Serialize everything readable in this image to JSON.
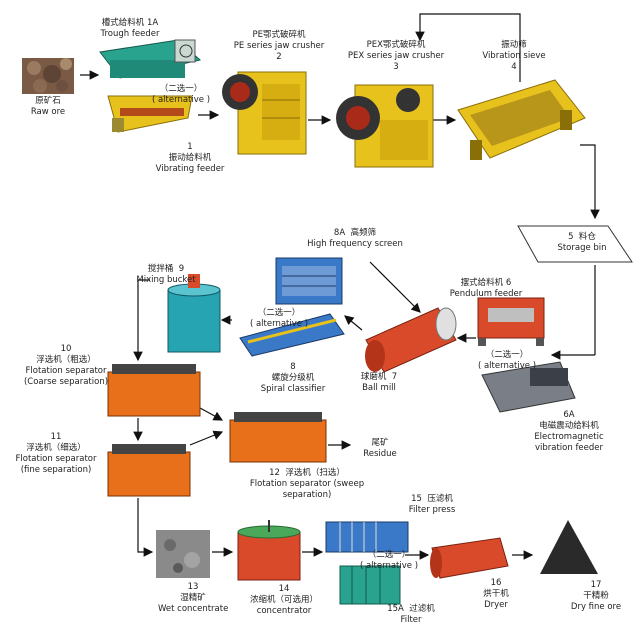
{
  "steps": [
    {
      "num": "1A",
      "cn": "槽式给料机",
      "en": "Trough feeder"
    },
    {
      "num": "1",
      "cn": "振动给料机",
      "en": "Vibrating feeder"
    },
    {
      "num": "2",
      "cn": "PE鄂式破碎机",
      "en": "PE series jaw crusher"
    },
    {
      "num": "3",
      "cn": "PEX鄂式破碎机",
      "en": "PEX series jaw crusher"
    },
    {
      "num": "4",
      "cn": "振动筛",
      "en": "Vibration sieve"
    },
    {
      "num": "5",
      "cn": "料仓",
      "en": "Storage bin"
    },
    {
      "num": "6",
      "cn": "摆式给料机",
      "en": "Pendulum feeder"
    },
    {
      "num": "6A",
      "cn": "电磁震动给料机",
      "en": "Electromagnetic vibration feeder"
    },
    {
      "num": "7",
      "cn": "球磨机",
      "en": "Ball mill"
    },
    {
      "num": "8",
      "cn": "螺旋分级机",
      "en": "Spiral classifier"
    },
    {
      "num": "8A",
      "cn": "高频筛",
      "en": "High frequency screen"
    },
    {
      "num": "9",
      "cn": "搅拌桶",
      "en": "Mixing bucket"
    },
    {
      "num": "10",
      "cn": "浮选机（粗选）",
      "en": "Flotation separator (Coarse separation)"
    },
    {
      "num": "11",
      "cn": "浮选机（细选）",
      "en": "Flotation separator (fine separation)"
    },
    {
      "num": "12",
      "cn": "浮选机（扫选）",
      "en": "Flotation separator (sweep separation)"
    },
    {
      "num": "13",
      "cn": "湿精矿",
      "en": "Wet concentrate"
    },
    {
      "num": "14",
      "cn": "浓缩机（可选用）",
      "en": "concentrator"
    },
    {
      "num": "15",
      "cn": "压滤机",
      "en": "Filter press"
    },
    {
      "num": "15A",
      "cn": "过滤机",
      "en": "Filter"
    },
    {
      "num": "16",
      "cn": "烘干机",
      "en": "Dryer"
    },
    {
      "num": "17",
      "cn": "干精粉",
      "en": "Dry fine ore"
    }
  ],
  "raw_ore": {
    "cn": "原矿石",
    "en": "Raw ore"
  },
  "residue": {
    "cn": "尾矿",
    "en": "Residue"
  },
  "alternative": {
    "cn": "（二选一）",
    "en": "( alternative )"
  },
  "colors": {
    "machine_teal": "#2aa38e",
    "machine_yellow": "#e8c21c",
    "machine_orange": "#e8701a",
    "machine_blue": "#3a78c8",
    "machine_red": "#d94a2a"
  }
}
